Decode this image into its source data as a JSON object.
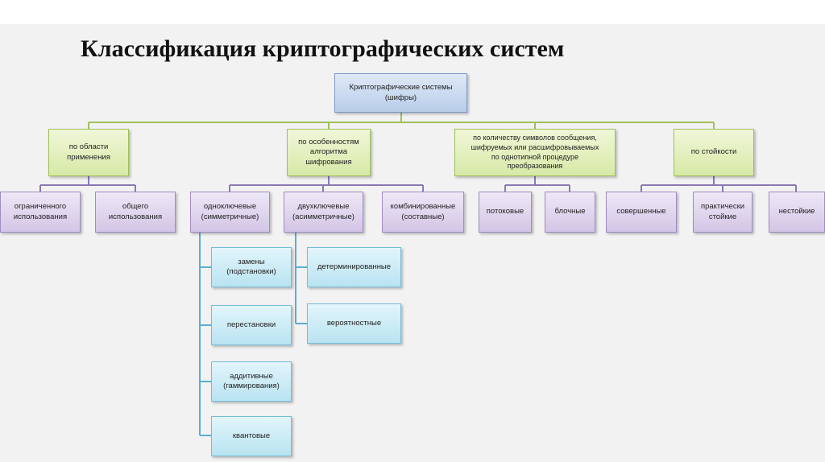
{
  "title": "Классификация криптографических систем",
  "colors": {
    "root": "#b8cde9",
    "level1": "#d7e9a7",
    "level2": "#d3c5e6",
    "level3": "#b9e3f1",
    "connector_level1": "#9fbf5a",
    "connector_level2": "#8a78b5",
    "connector_level3": "#5aaed0"
  },
  "nodes": {
    "root": "Криптографические системы\n(шифры)",
    "area": "по области\nприменения",
    "algorithm": "по особенностям\nалгоритма\nшифрования",
    "symbols": "по количеству символов сообщения,\nшифруемых или расшифровываемых\nпо однотипной процедуре\nпреобразования",
    "strength": "по стойкости",
    "limited": "ограниченного\nиспользования",
    "general": "общего\nиспользования",
    "symmetric": "одноключевые\n(симметричные)",
    "asymmetric": "двухключевые\n(асимметричные)",
    "combined": "комбинированные\n(составные)",
    "stream": "потоковые",
    "block": "блочные",
    "perfect": "совершенные",
    "practical": "практически\nстойкие",
    "unstable": "нестойкие",
    "substitution": "замены\n(подстановки)",
    "permutation": "перестановки",
    "additive": "аддитивные\n(гаммирования)",
    "quantum": "квантовые",
    "deterministic": "детерминированные",
    "probabilistic": "вероятностные"
  }
}
